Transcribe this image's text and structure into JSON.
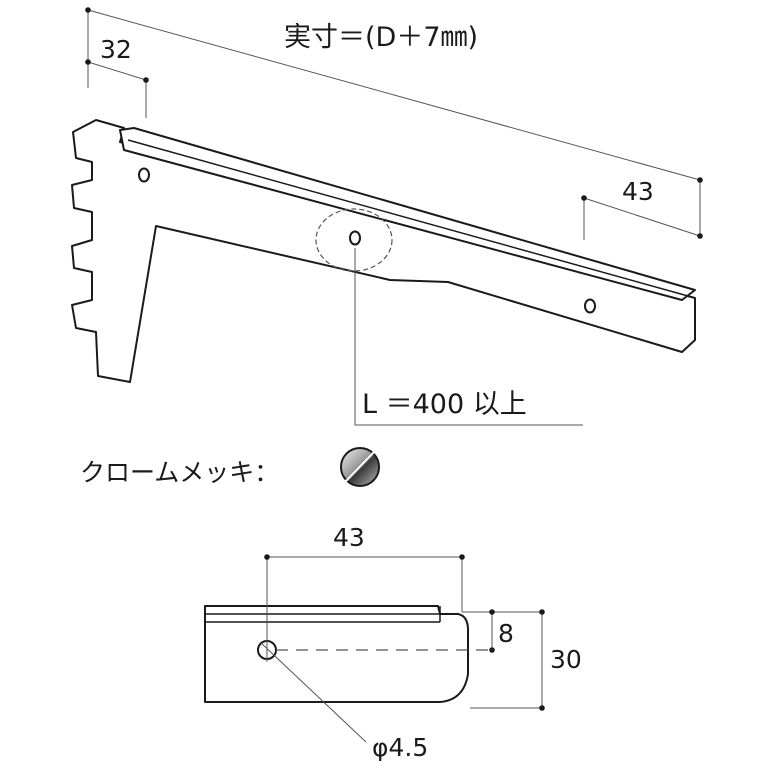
{
  "top_view": {
    "actual_dimension_label": "実寸＝(D＋7㎜)",
    "dim_32": "32",
    "dim_43": "43",
    "length_note": "L ＝400 以上"
  },
  "finish": {
    "label": "クロームメッキ：",
    "swatch": "chrome-swatch-icon"
  },
  "tip_detail": {
    "dim_43": "43",
    "dim_8": "8",
    "dim_30": "30",
    "hole_diameter": "φ4.5"
  }
}
